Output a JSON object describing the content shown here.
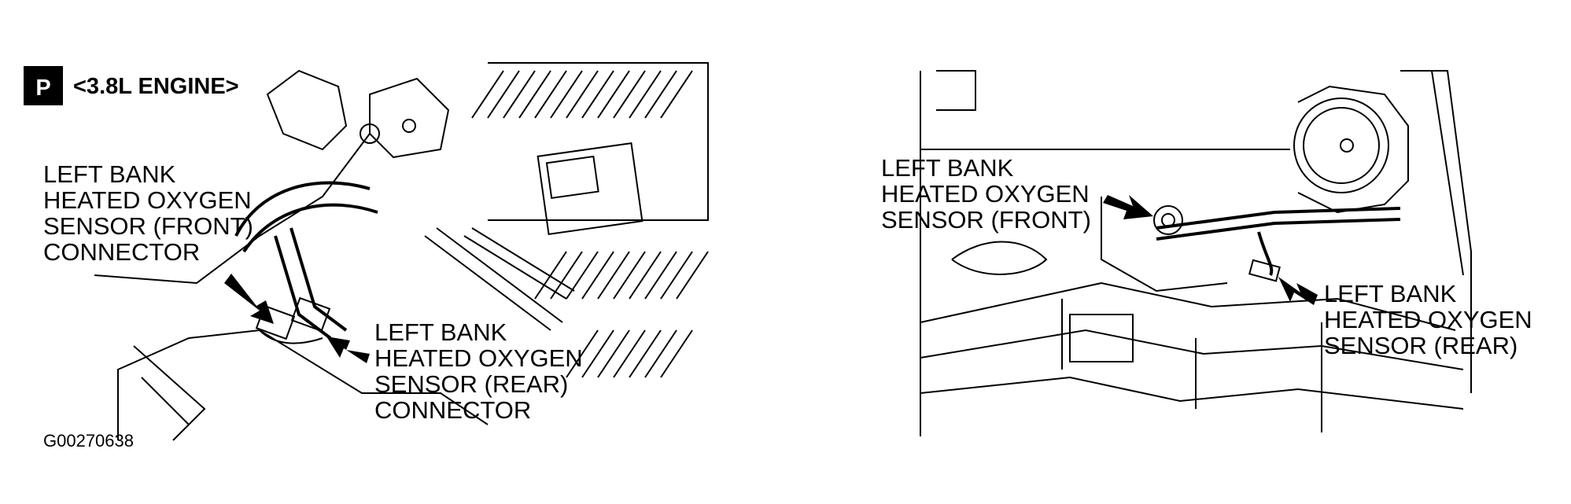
{
  "left_panel": {
    "badge": "P",
    "engine_label": "<3.8L ENGINE>",
    "callout_front_connector": [
      "LEFT BANK",
      "HEATED OXYGEN",
      "SENSOR (FRONT)",
      "CONNECTOR"
    ],
    "callout_rear_connector": [
      "LEFT BANK",
      "HEATED OXYGEN",
      "SENSOR (REAR)",
      "CONNECTOR"
    ],
    "figure_id": "G00270638"
  },
  "right_panel": {
    "callout_front_sensor": [
      "LEFT BANK",
      "HEATED OXYGEN",
      "SENSOR (FRONT)"
    ],
    "callout_rear_sensor": [
      "LEFT BANK",
      "HEATED OXYGEN",
      "SENSOR (REAR)"
    ]
  }
}
